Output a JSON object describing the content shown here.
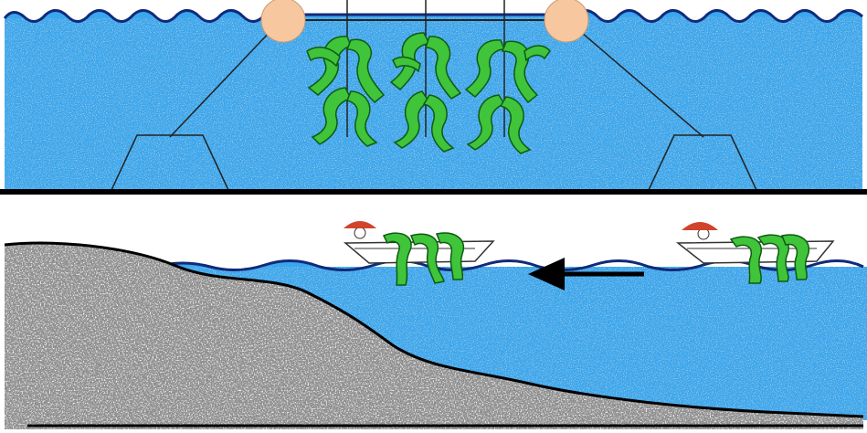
{
  "colors": {
    "water": "#3aa6ee",
    "water_speckle": "#b9b3aa",
    "wave_line": "#102a7a",
    "seaweed": "#3fc43a",
    "seaweed_outline": "#0f5a12",
    "float_buoy": "#f7c7a0",
    "rock": "#8e8e8e",
    "rock_light": "#d8d8d8",
    "hat": "#d0442a",
    "arrow": "#000000",
    "line": "#222222"
  },
  "icons": {
    "float": "buoy-icon",
    "anchor": "anchor-block-icon",
    "boat": "boat-icon",
    "direction": "arrow-left-icon"
  },
  "panels": {
    "top": {
      "scene": "longline-seaweed-culture",
      "floats": 2,
      "seaweed_ropes": 3,
      "anchors": 2
    },
    "bottom": {
      "scene": "boat-harvest",
      "boats": 2,
      "arrow_direction": "left"
    }
  }
}
